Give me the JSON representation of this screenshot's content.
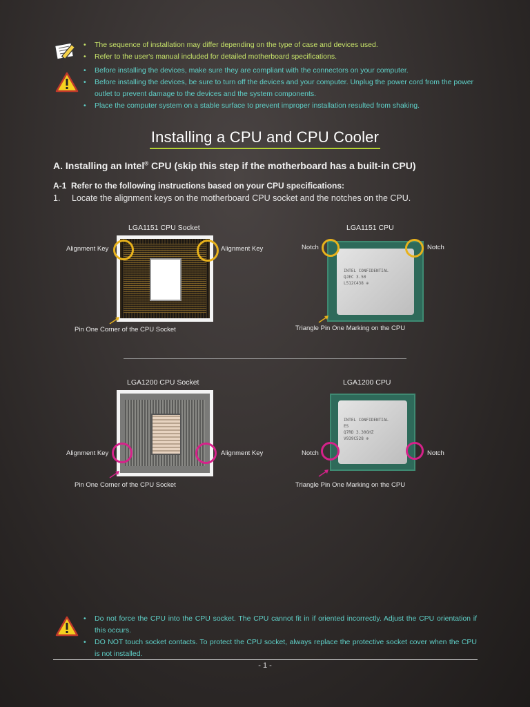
{
  "notes": {
    "icon": "pencil-note-icon",
    "items": [
      "The sequence of installation may differ depending on the type of case and devices used.",
      "Refer to the user's manual included for detailed motherboard specifications."
    ]
  },
  "warnings": {
    "icon": "warning-triangle-icon",
    "items": [
      "Before installing the devices, make sure they are compliant with the connectors on your computer.",
      "Before installing the devices, be sure to turn off the devices and your computer. Unplug the power cord from the power outlet to prevent damage to the devices and the system components.",
      "Place the computer system on a stable surface to prevent improper installation resulted from shaking."
    ]
  },
  "title": "Installing a CPU and CPU Cooler",
  "section_a": {
    "prefix": "A. Installing an Intel",
    "reg": "®",
    "suffix": " CPU (skip this step if the motherboard has a built-in CPU)"
  },
  "a1": "A-1  Refer to the following instructions based on your CPU specifications:",
  "step1": {
    "num": "1.",
    "text": "Locate the alignment keys on the motherboard CPU socket and the notches on the CPU."
  },
  "lga1151": {
    "socket_caption": "LGA1151 CPU Socket",
    "cpu_caption": "LGA1151 CPU",
    "alignment_key_left": "Alignment Key",
    "alignment_key_right": "Alignment Key",
    "notch_left": "Notch",
    "notch_right": "Notch",
    "pin_one_socket": "Pin One Corner of the CPU Socket",
    "pin_one_cpu": "Triangle Pin One Marking on the CPU",
    "ihs_lines": [
      "INTEL CONFIDENTIAL",
      "QJEC 3.50",
      "L512C438 ⊕"
    ]
  },
  "lga1200": {
    "socket_caption": "LGA1200 CPU Socket",
    "cpu_caption": "LGA1200 CPU",
    "alignment_key_left": "Alignment Key",
    "alignment_key_right": "Alignment Key",
    "notch_left": "Notch",
    "notch_right": "Notch",
    "pin_one_socket": "Pin One Corner of the CPU Socket",
    "pin_one_cpu": "Triangle Pin One Marking on the CPU",
    "ihs_lines": [
      "INTEL CONFIDENTIAL",
      "ES",
      "Q7RD 3.30GHZ",
      "V939C528 ⊕"
    ]
  },
  "bottom_warnings": {
    "icon": "warning-triangle-icon",
    "items": [
      "Do not force the CPU into the CPU socket. The CPU cannot fit in if oriented incorrectly. Adjust the CPU orientation if this occurs.",
      "DO NOT touch socket contacts. To protect the CPU socket, always replace the protective socket cover when the CPU is not installed."
    ]
  },
  "page_number": "- 1 -",
  "colors": {
    "note_text": "#c8e46a",
    "warning_text": "#5fd0c8",
    "title_underline": "#b5d334",
    "ring_lga1151": "#e8b21c",
    "ring_lga1200": "#d6228a"
  }
}
